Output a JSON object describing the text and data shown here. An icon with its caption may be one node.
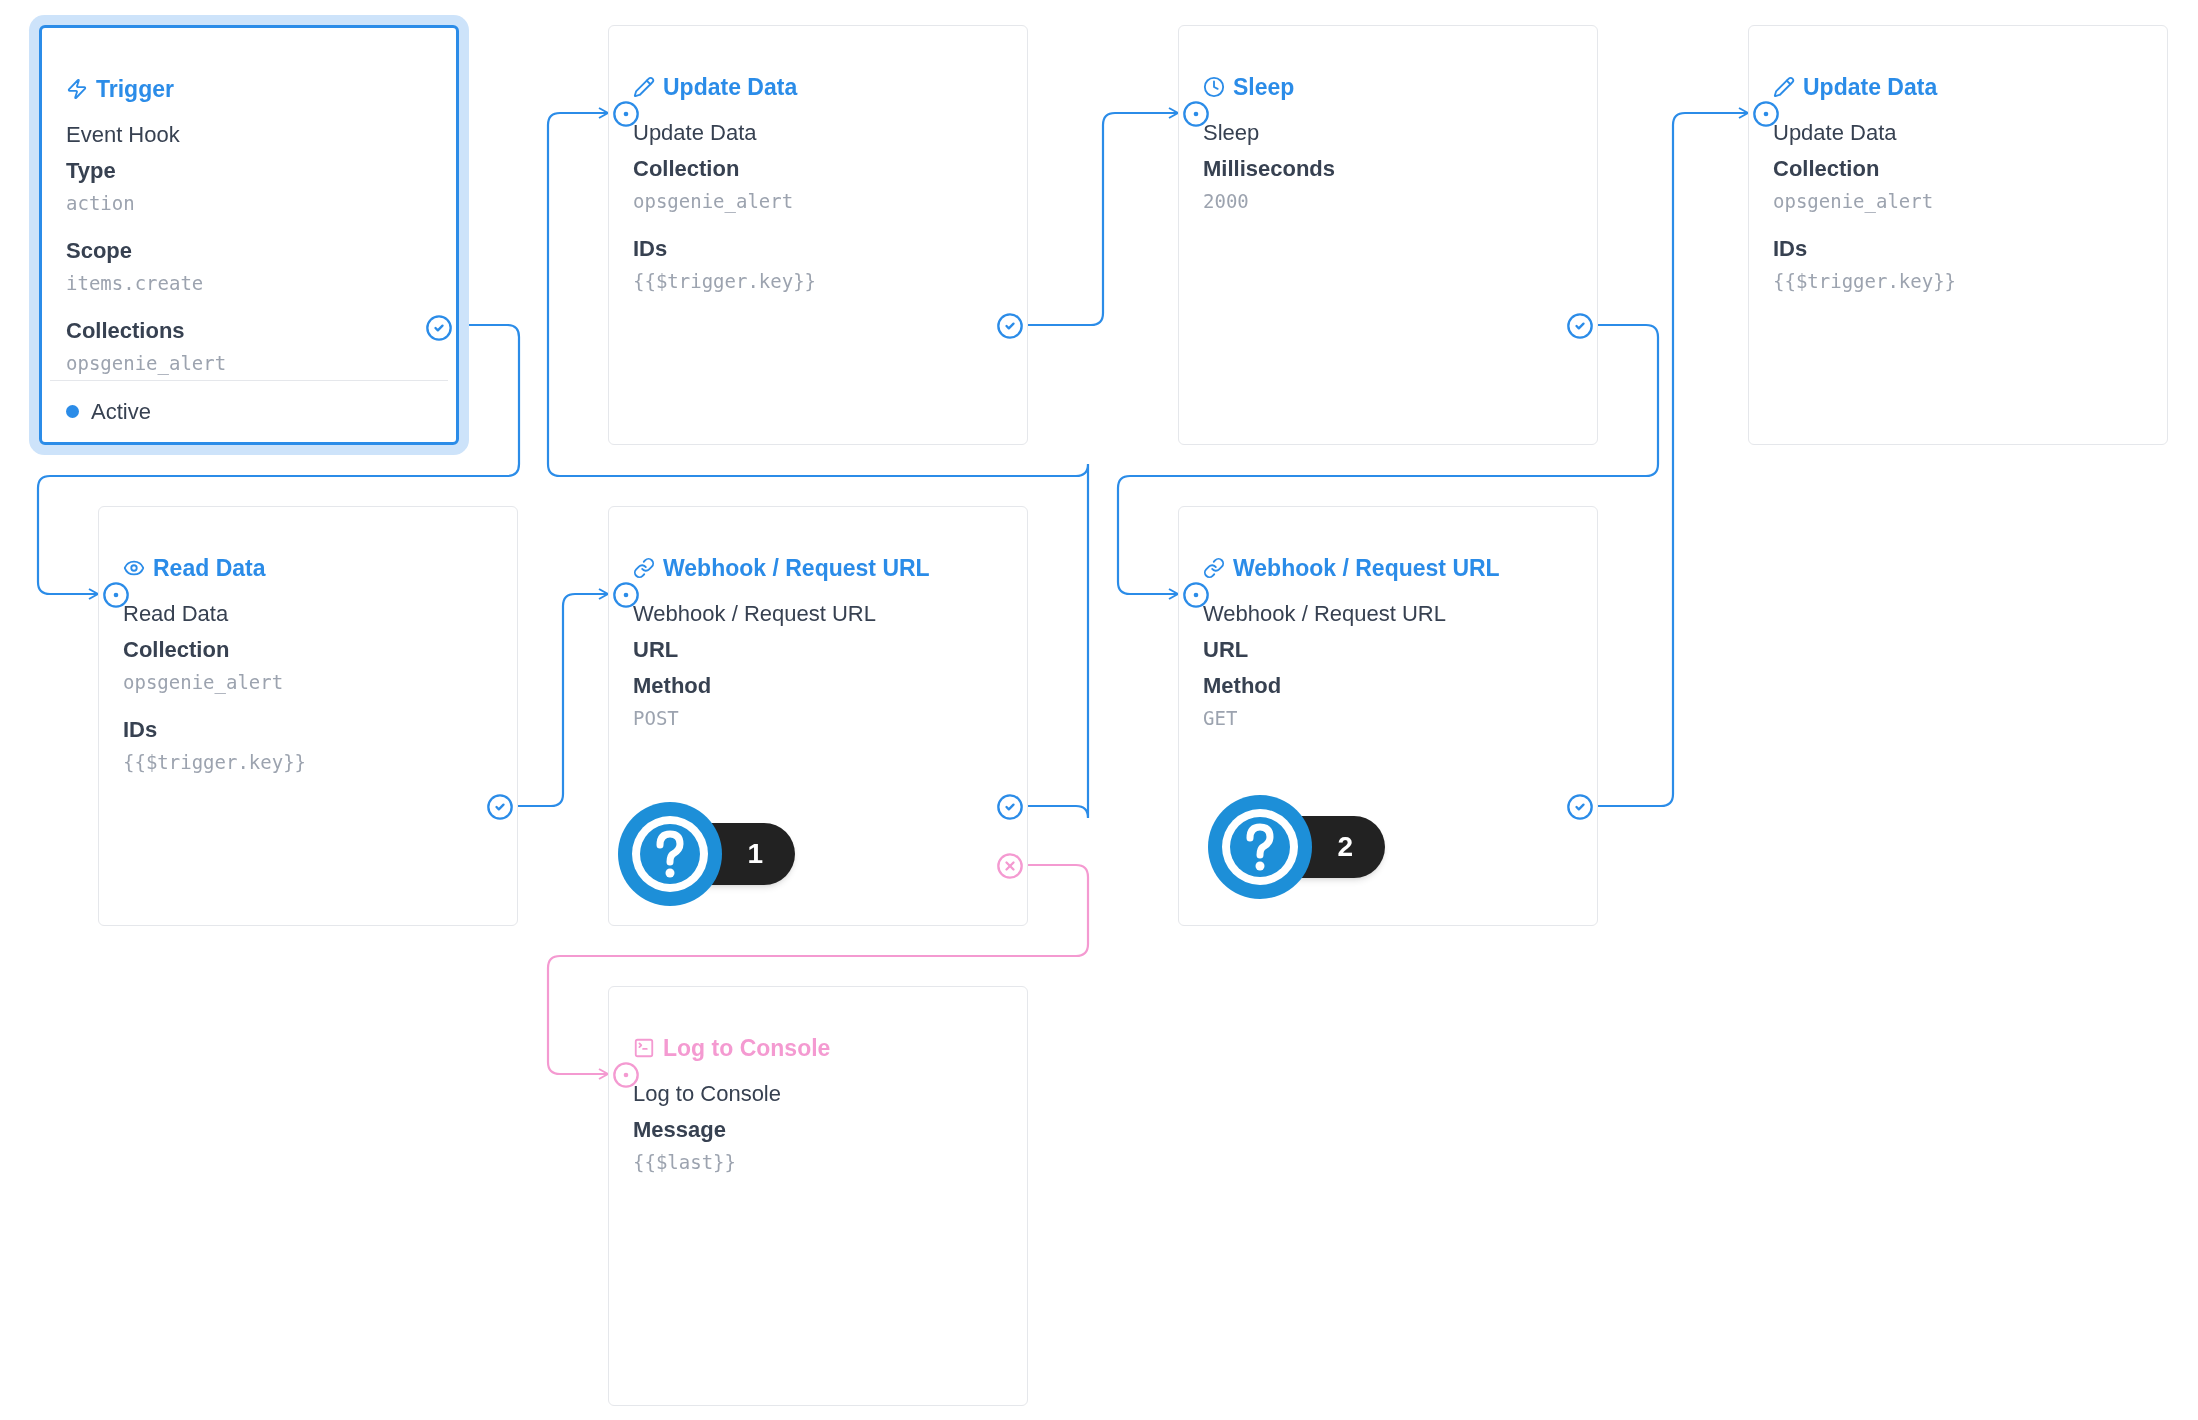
{
  "diagram": {
    "nodes": [
      {
        "text": [
          "Trigger",
          "Event Hook",
          "Type",
          "action",
          "Scope",
          "items.create",
          "Collections",
          "opsgenie_alert",
          "Active"
        ]
      },
      {
        "text": [
          "Update Data",
          "Update Data",
          "Collection",
          "opsgenie_alert",
          "IDs",
          "{{$trigger.key}}"
        ]
      },
      {
        "text": [
          "Sleep",
          "Sleep",
          "Milliseconds",
          "2000"
        ]
      },
      {
        "text": [
          "Update Data",
          "Update Data",
          "Collection",
          "opsgenie_alert",
          "IDs",
          "{{$trigger.key}}"
        ]
      },
      {
        "text": [
          "Read Data",
          "Read Data",
          "Collection",
          "opsgenie_alert",
          "IDs",
          "{{$trigger.key}}"
        ]
      },
      {
        "text": [
          "Webhook / Request URL",
          "Webhook / Request URL",
          "URL",
          "Method",
          "POST"
        ]
      },
      {
        "text": [
          "1"
        ],
        "in": 5
      },
      {
        "text": [
          "Webhook / Request URL",
          "Webhook / Request URL",
          "URL",
          "Method",
          "GET"
        ]
      },
      {
        "text": [
          "2"
        ],
        "in": 7
      },
      {
        "text": [
          "Log to Console",
          "Log to Console",
          "Message",
          "{{$last}}"
        ]
      }
    ],
    "edges": [
      {
        "from": 0,
        "to": 4,
        "arrow": "to"
      },
      {
        "from": 4,
        "to": 5,
        "arrow": "to"
      },
      {
        "from": 5,
        "to": 1,
        "arrow": "to"
      },
      {
        "from": 5,
        "to": 9,
        "arrow": "to",
        "color": "#f49ad1"
      },
      {
        "from": 1,
        "to": 2,
        "arrow": "to"
      },
      {
        "from": 2,
        "to": 7,
        "arrow": "to"
      },
      {
        "from": 7,
        "to": 3,
        "arrow": "to"
      }
    ]
  }
}
